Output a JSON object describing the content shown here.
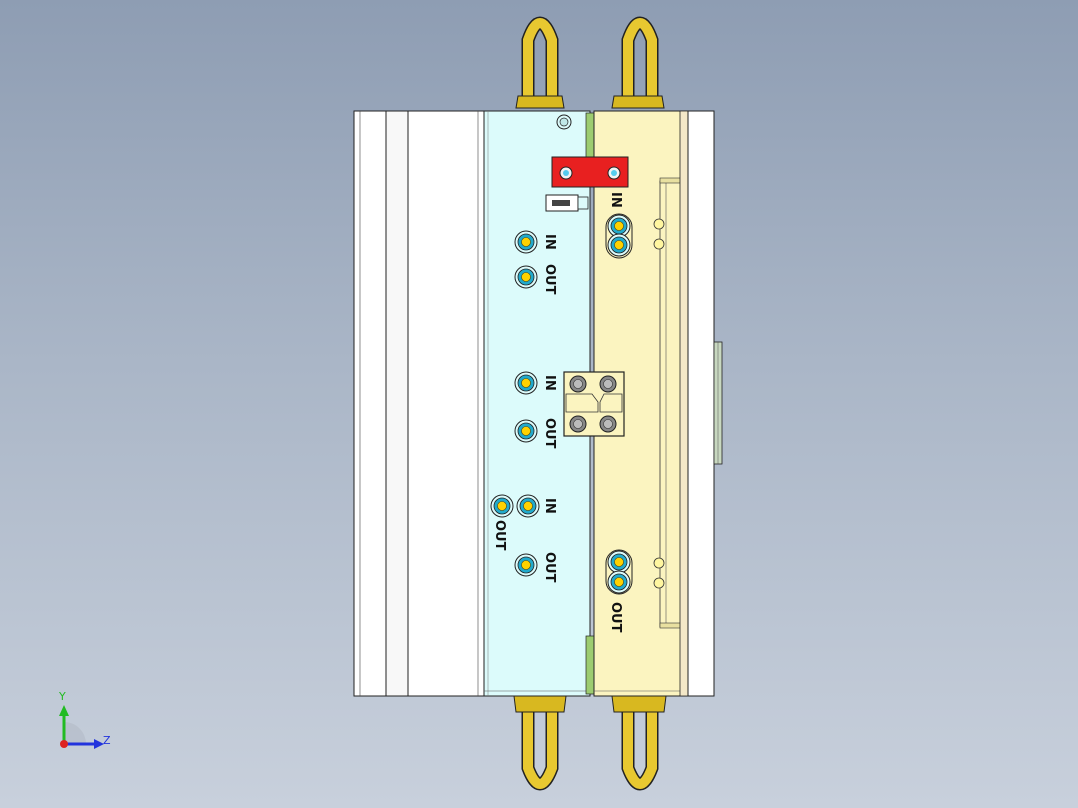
{
  "view": {
    "background_top": "#8e9db3",
    "background_bottom": "#c8d0dc"
  },
  "colors": {
    "plate_white": "#ffffff",
    "cavity_plate": "#dcfbfb",
    "core_plate": "#fbf4c0",
    "eyebolt": "#e8c830",
    "clamp_bar": "#e82020",
    "fitting_cyan": "#22aacc",
    "fitting_yellow": "#ffd100",
    "green_strip": "#9ccc70",
    "outline": "#222222"
  },
  "labels": {
    "in_1": "IN",
    "out_1": "OUT",
    "in_2": "IN",
    "out_2": "OUT",
    "in_3": "IN",
    "out_3a": "OUT",
    "out_3b": "OUT",
    "in_right": "IN",
    "out_right": "OUT"
  },
  "axis": {
    "y_label": "Y",
    "z_label": "Z",
    "y_color": "#22bb22",
    "z_color": "#2233dd",
    "x_color": "#dd2222"
  }
}
